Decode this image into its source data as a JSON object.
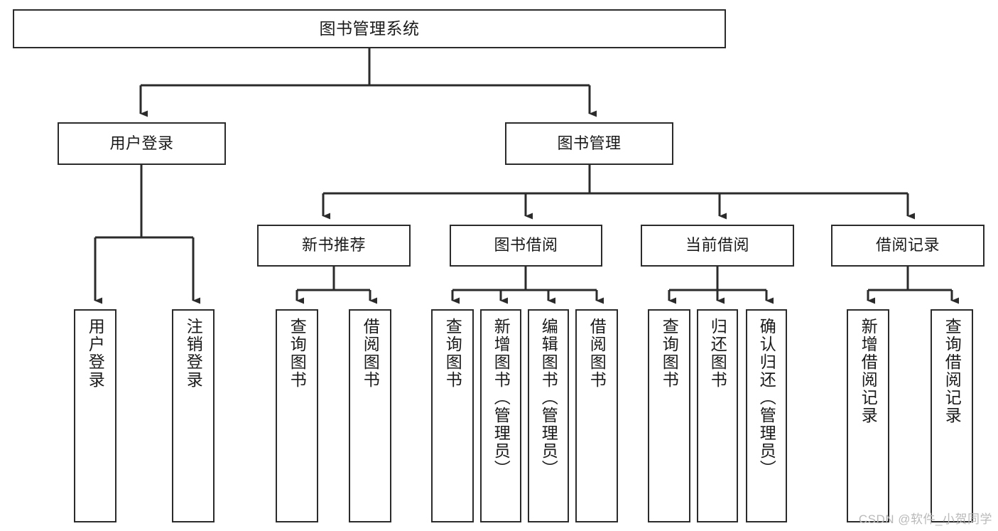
{
  "diagram": {
    "title": "图书管理系统",
    "levels": {
      "root": {
        "label": "图书管理系统"
      },
      "level2": [
        {
          "label": "用户登录"
        },
        {
          "label": "图书管理"
        }
      ],
      "level3": [
        {
          "label": "新书推荐"
        },
        {
          "label": "图书借阅"
        },
        {
          "label": "当前借阅"
        },
        {
          "label": "借阅记录"
        }
      ],
      "leaves": {
        "user_login": [
          {
            "label": "用户登录"
          },
          {
            "label": "注销登录"
          }
        ],
        "new_book_recommend": [
          {
            "label": "查询图书"
          },
          {
            "label": "借阅图书"
          }
        ],
        "book_borrow": [
          {
            "label": "查询图书"
          },
          {
            "label": "新增图书（管理员）"
          },
          {
            "label": "编辑图书（管理员）"
          },
          {
            "label": "借阅图书"
          }
        ],
        "current_borrow": [
          {
            "label": "查询图书"
          },
          {
            "label": "归还图书"
          },
          {
            "label": "确认归还（管理员）"
          }
        ],
        "borrow_record": [
          {
            "label": "新增借阅记录"
          },
          {
            "label": "查询借阅记录"
          }
        ]
      }
    },
    "watermark": "CSDN @软件_小贺同学",
    "colors": {
      "stroke": "#2b2b2b",
      "box_fill": "#ffffff",
      "text": "#1a1a1a",
      "watermark": "#b9b9b9",
      "background": "#ffffff"
    }
  }
}
